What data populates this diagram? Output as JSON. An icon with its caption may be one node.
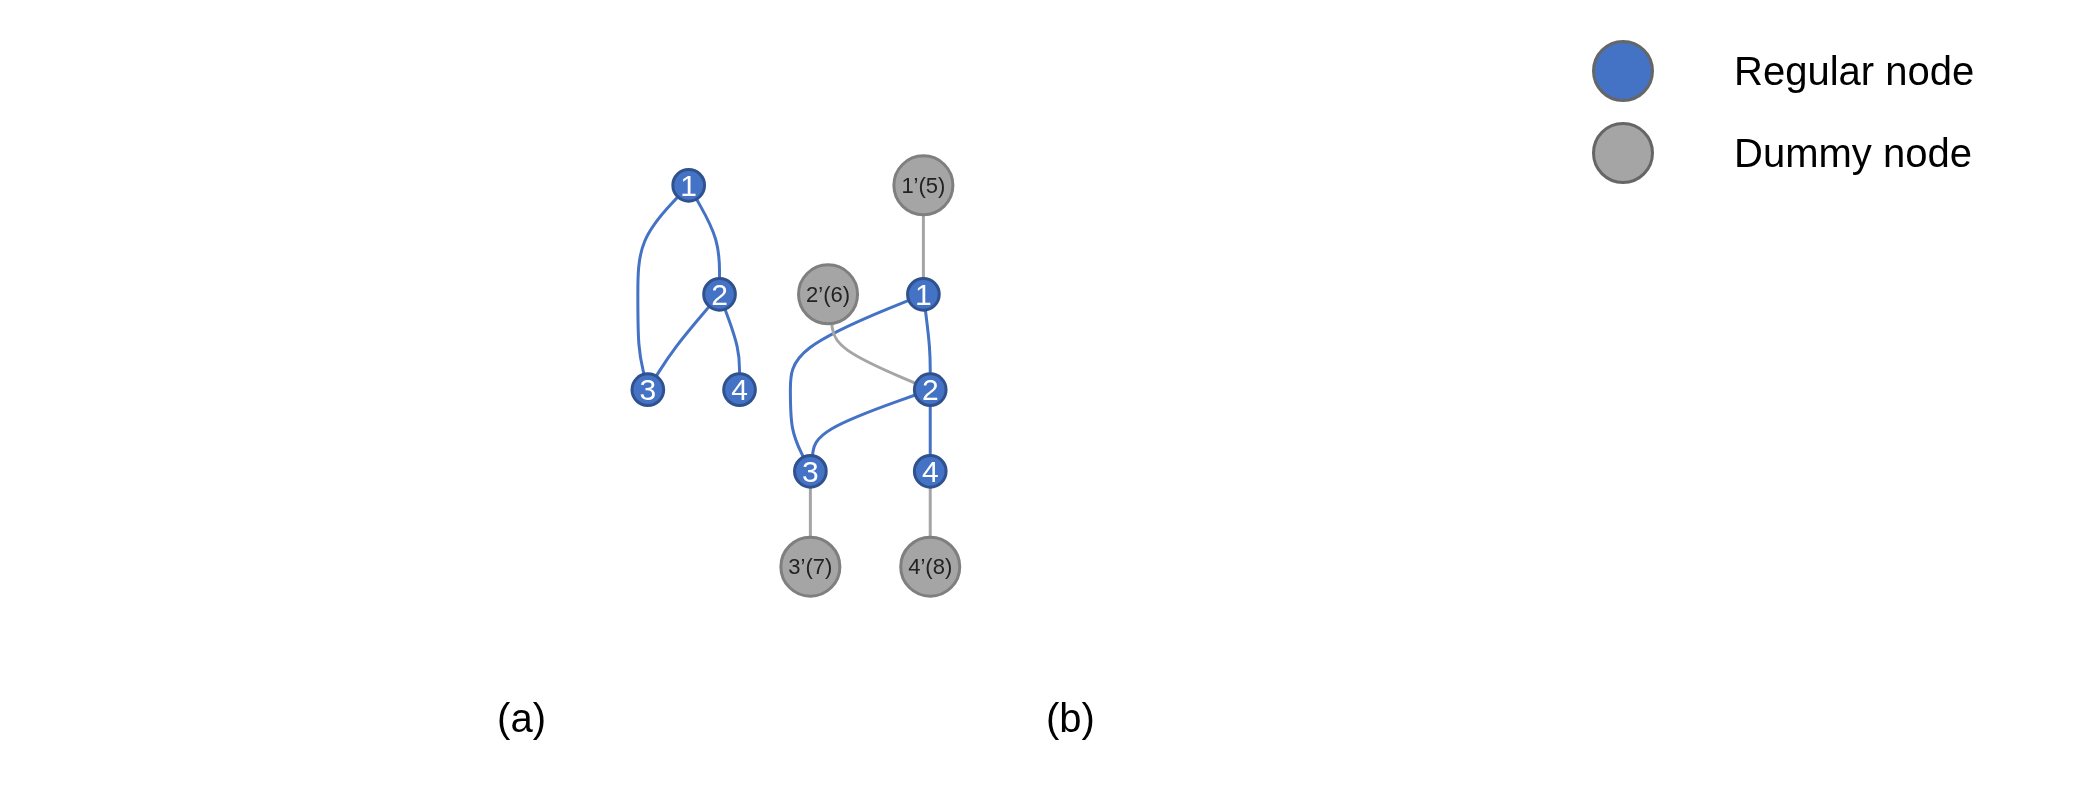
{
  "diagram": {
    "nodes": [
      {
        "text": [
          "1"
        ]
      },
      {
        "text": [
          "2"
        ]
      },
      {
        "text": [
          "3"
        ]
      },
      {
        "text": [
          "4"
        ]
      },
      {
        "text": [
          "1"
        ]
      },
      {
        "text": [
          "2"
        ]
      },
      {
        "text": [
          "3"
        ]
      },
      {
        "text": [
          "4"
        ]
      },
      {
        "text": [
          "1’(5)"
        ]
      },
      {
        "text": [
          "2’(6)"
        ]
      },
      {
        "text": [
          "3’(7)"
        ]
      },
      {
        "text": [
          "4’(8)"
        ]
      }
    ],
    "edges": [
      {
        "from": 0,
        "to": 1,
        "arrow": "none"
      },
      {
        "from": 1,
        "to": 2,
        "arrow": "none"
      },
      {
        "from": 0,
        "to": 2,
        "arrow": "none"
      },
      {
        "from": 1,
        "to": 3,
        "arrow": "none"
      },
      {
        "from": 4,
        "to": 5,
        "arrow": "none"
      },
      {
        "from": 5,
        "to": 6,
        "arrow": "none"
      },
      {
        "from": 4,
        "to": 6,
        "arrow": "none"
      },
      {
        "from": 5,
        "to": 7,
        "arrow": "none"
      },
      {
        "from": 8,
        "to": 4,
        "arrow": "none",
        "color": "#a5a5a5"
      },
      {
        "from": 9,
        "to": 5,
        "arrow": "none",
        "color": "#a5a5a5"
      },
      {
        "from": 6,
        "to": 10,
        "arrow": "none",
        "color": "#a5a5a5"
      },
      {
        "from": 7,
        "to": 11,
        "arrow": "none",
        "color": "#a5a5a5"
      }
    ],
    "labels": [
      "(a)",
      "(b)"
    ],
    "legend": [
      {
        "text": "Regular node",
        "color": "#4472c4"
      },
      {
        "text": "Dummy node",
        "color": "#a5a5a5"
      }
    ]
  }
}
